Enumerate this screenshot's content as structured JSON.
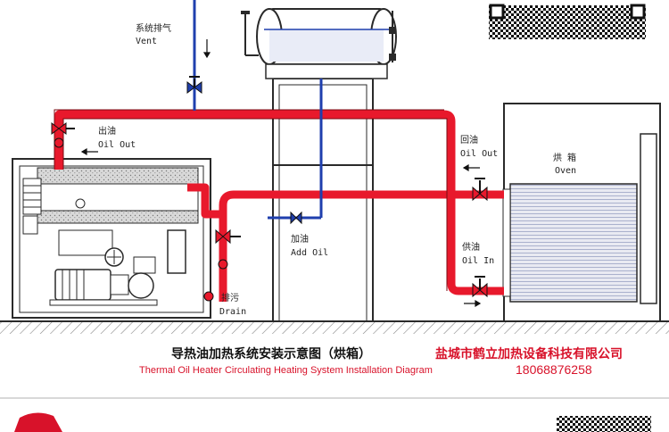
{
  "labels": {
    "vent_cn": "系统排气",
    "vent_en": "Vent",
    "oil_out_cn": "出油",
    "oil_out_en": "Oil Out",
    "oven_oil_out_cn": "回油",
    "oven_oil_out_en": "Oil Out",
    "oven_cn": "烘 箱",
    "oven_en": "Oven",
    "add_oil_cn": "加油",
    "add_oil_en": "Add Oil",
    "oil_in_cn": "供油",
    "oil_in_en": "Oil In",
    "drain_cn": "排污",
    "drain_en": "Drain"
  },
  "footer": {
    "title_cn": "导热油加热系统安装示意图（烘箱）",
    "title_en": "Thermal Oil Heater Circulating Heating System Installation Diagram",
    "company": "盐城市鹤立加热设备科技有限公司",
    "phone": "18068876258"
  },
  "colors": {
    "hot_pipe": "#e8192c",
    "oil_pipe": "#1f3fae",
    "outline": "#2a2a2a",
    "brand_red": "#d8122a"
  },
  "icons": [
    "qr-code-icon",
    "logo-icon",
    "valve-icon",
    "pump-icon",
    "arrow-icon"
  ]
}
